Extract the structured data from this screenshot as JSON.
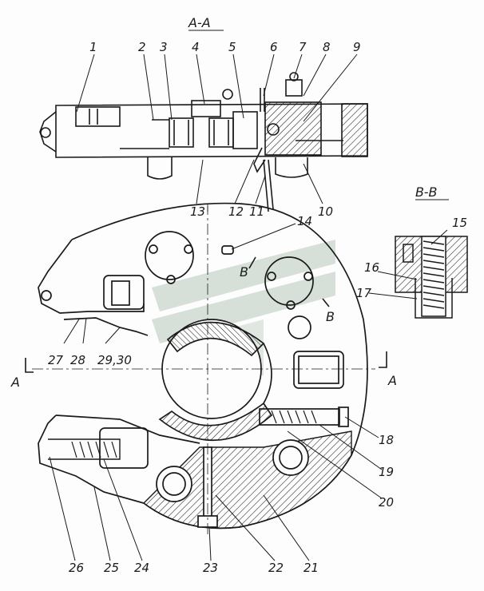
{
  "sections": {
    "aa_title": "A-A",
    "bb_title": "B-B",
    "a_left": "A",
    "a_right": "A",
    "b_upper": "B",
    "b_lower": "B"
  },
  "callouts": {
    "n1": "1",
    "n2": "2",
    "n3": "3",
    "n4": "4",
    "n5": "5",
    "n6": "6",
    "n7": "7",
    "n8": "8",
    "n9": "9",
    "n10": "10",
    "n11": "11",
    "n12": "12",
    "n13": "13",
    "n14": "14",
    "n15": "15",
    "n16": "16",
    "n17": "17",
    "n18": "18",
    "n19": "19",
    "n20": "20",
    "n21": "21",
    "n22": "22",
    "n23": "23",
    "n24": "24",
    "n25": "25",
    "n26": "26",
    "n27": "27",
    "n28": "28",
    "n29_30": "29,30"
  },
  "colors": {
    "ink": "#1a1a1a",
    "watermark": "#b9c9bb"
  }
}
